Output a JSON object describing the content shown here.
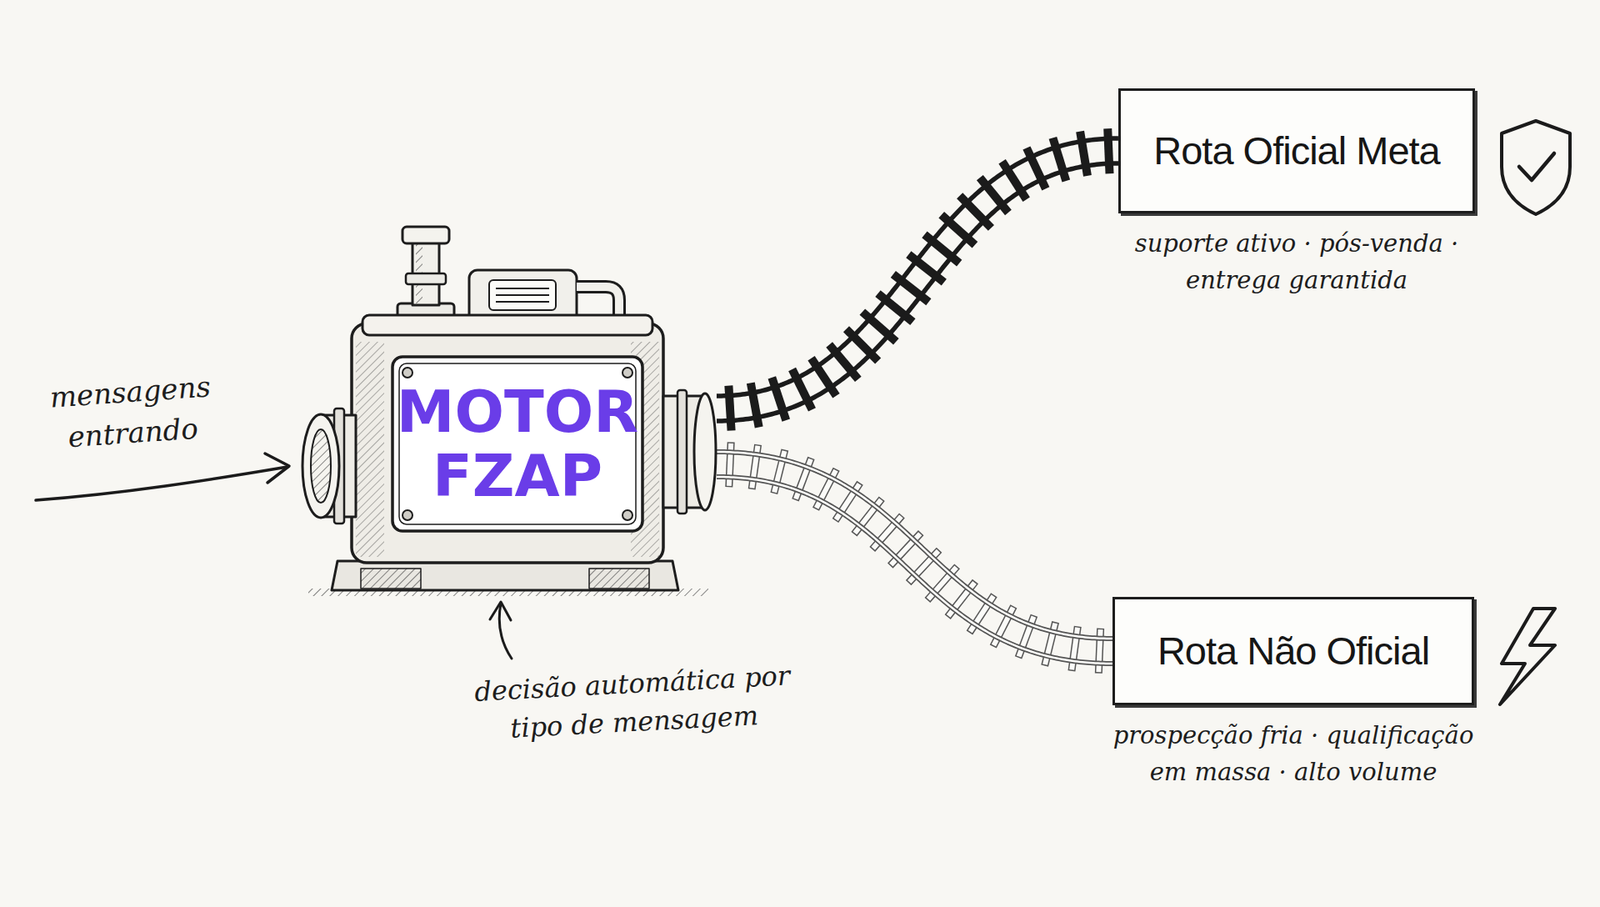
{
  "diagram": {
    "nodes": [
      {
        "text": [
          "MOTOR FZAP"
        ]
      },
      {
        "text": [
          "Rota Oficial Meta",
          "suporte ativo · pós-venda · entrega garantida"
        ]
      },
      {
        "text": [
          "Rota Não Oficial",
          "prospecção fria · qualificação em massa · alto volume"
        ]
      }
    ],
    "edges": [
      {
        "from": 0,
        "to": 1,
        "arrow": "none"
      },
      {
        "from": 0,
        "to": 2,
        "arrow": "none"
      }
    ],
    "labels": [
      "mensagens entrando",
      "decisão automática por tipo de mensagem"
    ]
  }
}
